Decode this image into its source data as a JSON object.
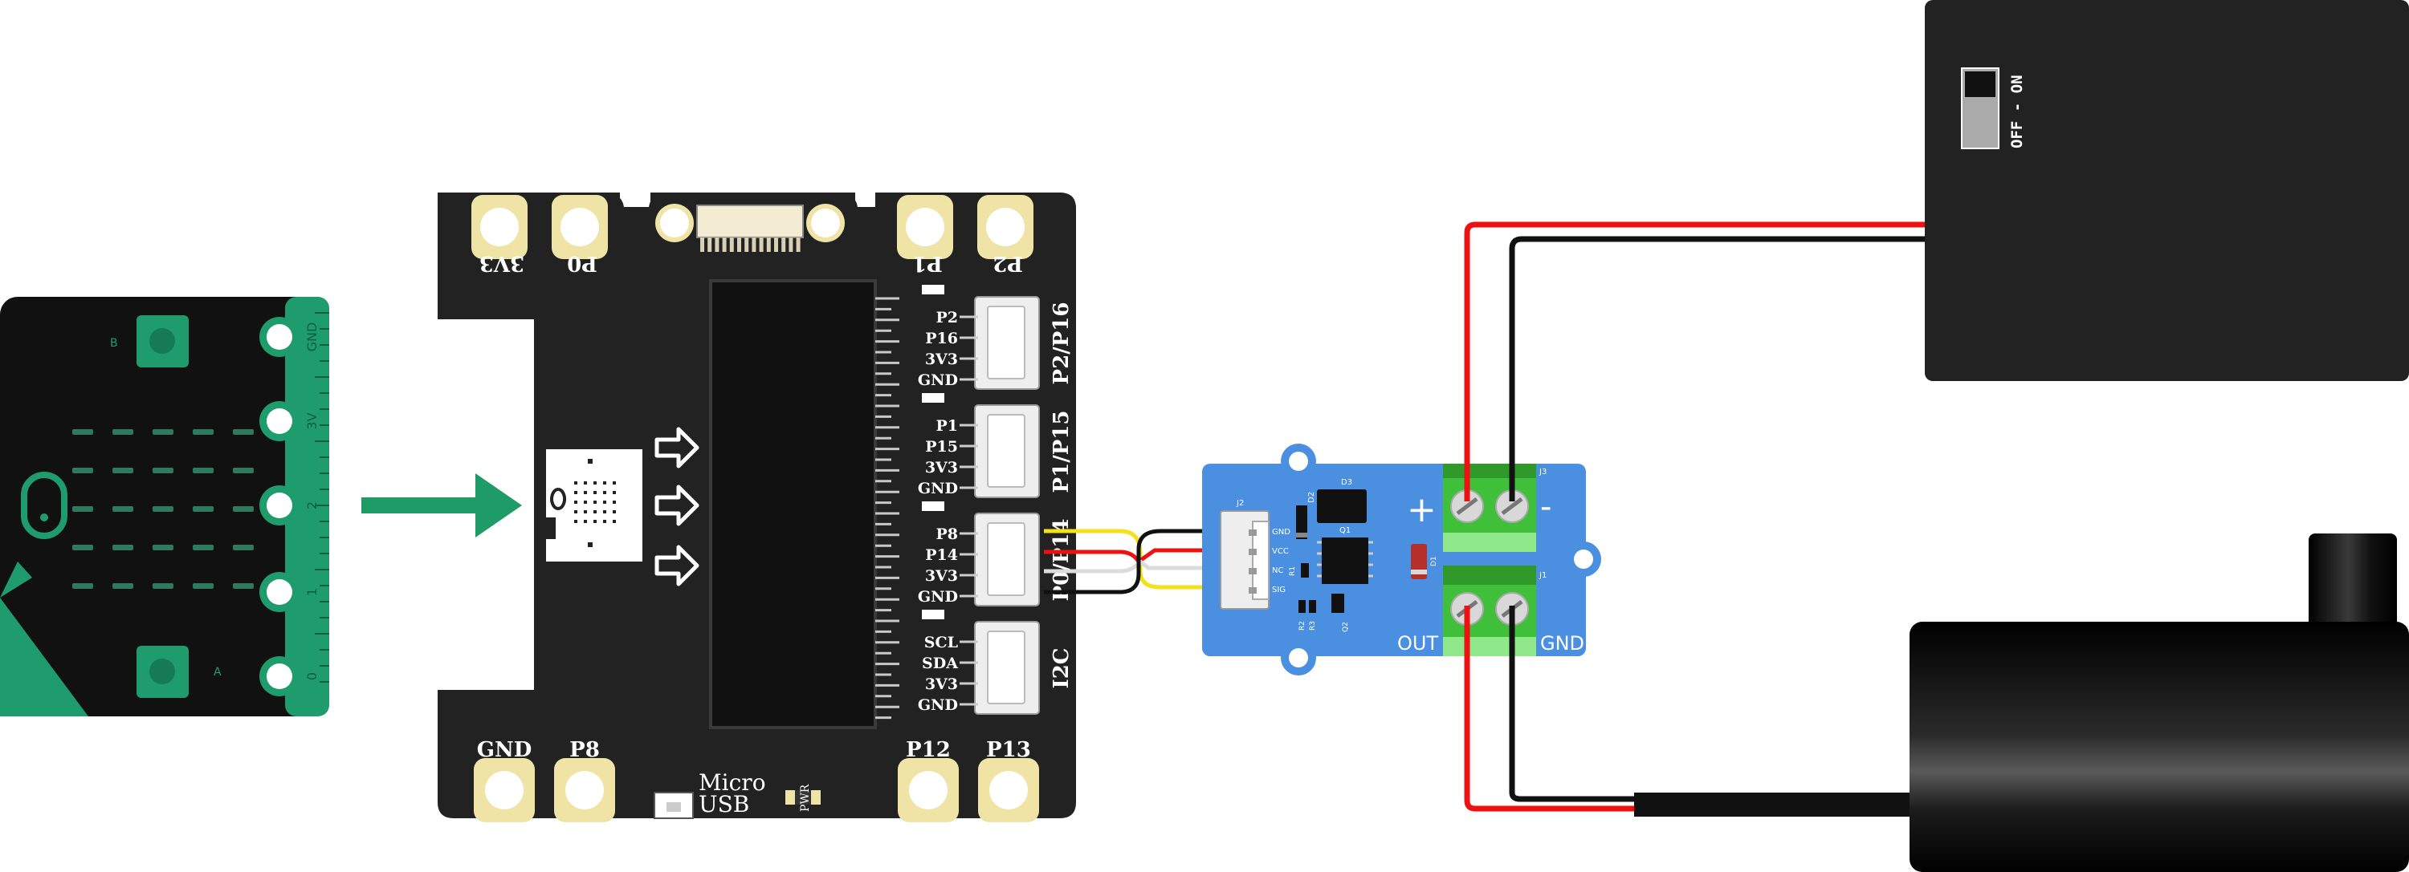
{
  "colors": {
    "microbit_body": "#111111",
    "microbit_edge": "#1e9c6e",
    "led": "#2e7a5c",
    "arrow": "#1f9b68",
    "shield": "#222222",
    "pad": "#efe3a6",
    "pad_inner": "#ffffff",
    "relay_board": "#4a8fe0",
    "terminal": "#3fbf3a",
    "terminal_light": "#8fe88a",
    "wire_red": "#ee1111",
    "wire_black": "#111111",
    "wire_yellow": "#f3e21a",
    "wire_white": "#dcdcdc"
  },
  "microbit": {
    "edge_labels": [
      "GND",
      "3V",
      "2",
      "1",
      "0"
    ],
    "button_labels": [
      "B",
      "A"
    ]
  },
  "shield": {
    "top_pads": [
      "3V3",
      "P0",
      "P1",
      "P2"
    ],
    "bottom_pads": [
      "GND",
      "P8",
      "P12",
      "P13"
    ],
    "connectors": [
      {
        "name": "P2/P16",
        "pins": [
          "P2",
          "P16",
          "3V3",
          "GND"
        ]
      },
      {
        "name": "P1/P15",
        "pins": [
          "P1",
          "P15",
          "3V3",
          "GND"
        ]
      },
      {
        "name": "P0/P14",
        "pins": [
          "P8",
          "P14",
          "3V3",
          "GND"
        ]
      },
      {
        "name": "I2C",
        "pins": [
          "SCL",
          "SDA",
          "3V3",
          "GND"
        ]
      }
    ],
    "micro_usb": [
      "Micro",
      "USB"
    ],
    "pwr": "PWR"
  },
  "relay": {
    "header_pins": [
      "GND",
      "VCC",
      "NC",
      "SIG"
    ],
    "component_labels": {
      "j2": "J2",
      "d2": "D2",
      "d3": "D3",
      "q1": "Q1",
      "d1": "D1",
      "r1": "R1",
      "r2": "R2",
      "r3": "R3",
      "q2": "Q2",
      "j3": "J3",
      "j1": "J1"
    },
    "plus": "+",
    "minus": "-",
    "out": "OUT",
    "gnd": "GND"
  },
  "battery_box": {
    "switch_label": "OFF - ON"
  }
}
